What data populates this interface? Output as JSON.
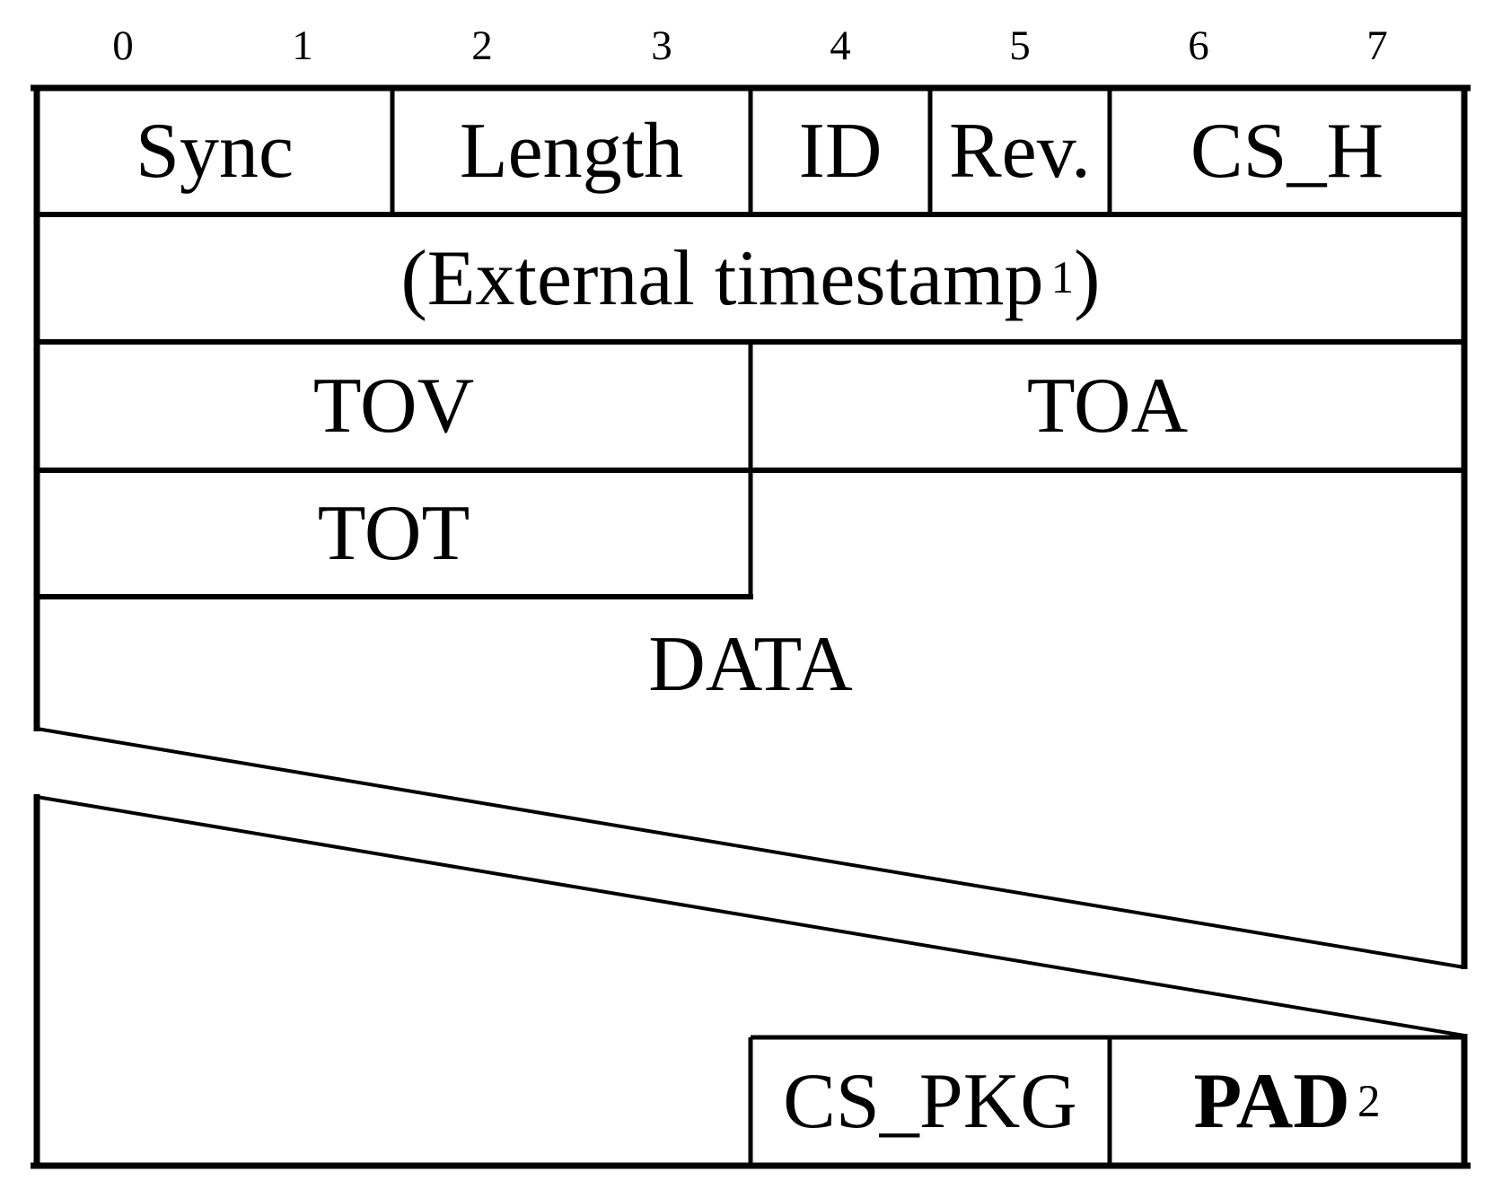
{
  "ruler": {
    "columns": [
      "0",
      "1",
      "2",
      "3",
      "4",
      "5",
      "6",
      "7"
    ]
  },
  "cells": {
    "sync": "Sync",
    "length": "Length",
    "id": "ID",
    "rev": "Rev.",
    "cs_h": "CS_H",
    "external_timestamp": {
      "text": "(External timestamp",
      "sup": "1",
      "close": ")"
    },
    "tov": "TOV",
    "toa": "TOA",
    "tot": "TOT",
    "data": "DATA",
    "cs_pkg": "CS_PKG",
    "pad": {
      "text": "PAD",
      "sup": "2"
    }
  },
  "colors": {
    "line": "#000000",
    "background": "#ffffff",
    "text": "#000000"
  }
}
